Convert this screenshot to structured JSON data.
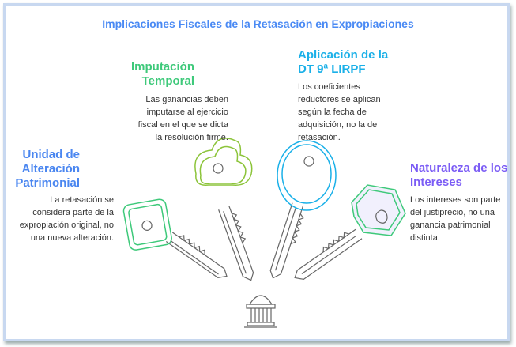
{
  "title": "Implicaciones Fiscales de la Retasación en Expropiaciones",
  "sections": [
    {
      "heading_1": "Imputación",
      "heading_2": "Temporal",
      "description": [
        "Las ganancias deben",
        "imputarse al ejercicio",
        "fiscal en el que se dicta",
        "la resolución firme."
      ],
      "color": "#3ec97a"
    },
    {
      "heading_1": "Aplicación de la",
      "heading_2": "DT 9ª LIRPF",
      "description": [
        "Los coeficientes",
        "reductores se aplican",
        "según la fecha de",
        "adquisición, no la de",
        "retasación."
      ],
      "color": "#1ab0e8"
    },
    {
      "heading_1": "Unidad de",
      "heading_2": "Alteración",
      "heading_3": "Patrimonial",
      "description": [
        "La retasación se",
        "considera parte de la",
        "expropiación original, no",
        "una nueva alteración."
      ],
      "color": "#4a86f0"
    },
    {
      "heading_1": "Naturaleza de los",
      "heading_2": "Intereses",
      "description": [
        "Los intereses son parte",
        "del justiprecio, no una",
        "ganancia patrimonial",
        "distinta."
      ],
      "color": "#7b5cf5"
    }
  ]
}
